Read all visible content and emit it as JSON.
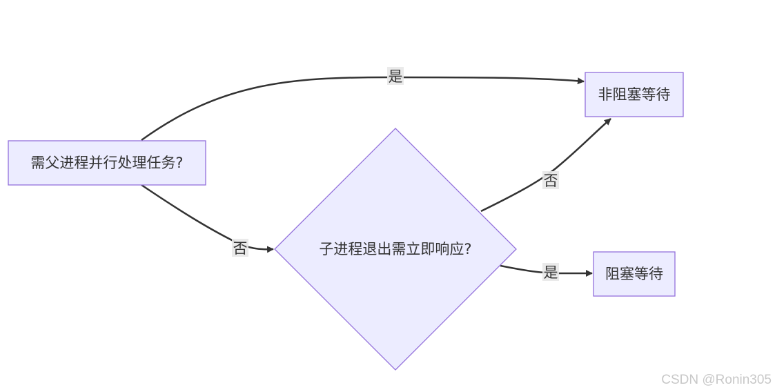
{
  "nodes": {
    "start": {
      "label": "需父进程并行处理任务?"
    },
    "decision": {
      "label": "子进程退出需立即响应?"
    },
    "nonblocking": {
      "label": "非阻塞等待"
    },
    "blocking": {
      "label": "阻塞等待"
    }
  },
  "edges": {
    "start_to_nonblocking": {
      "label": "是"
    },
    "start_to_decision": {
      "label": "否"
    },
    "decision_to_nonblocking": {
      "label": "否"
    },
    "decision_to_blocking": {
      "label": "是"
    }
  },
  "watermark": "CSDN @Ronin305",
  "colors": {
    "node_fill": "#ECECFF",
    "node_stroke": "#9370DB",
    "edge": "#333333",
    "label_bg": "#e8e8e8"
  }
}
